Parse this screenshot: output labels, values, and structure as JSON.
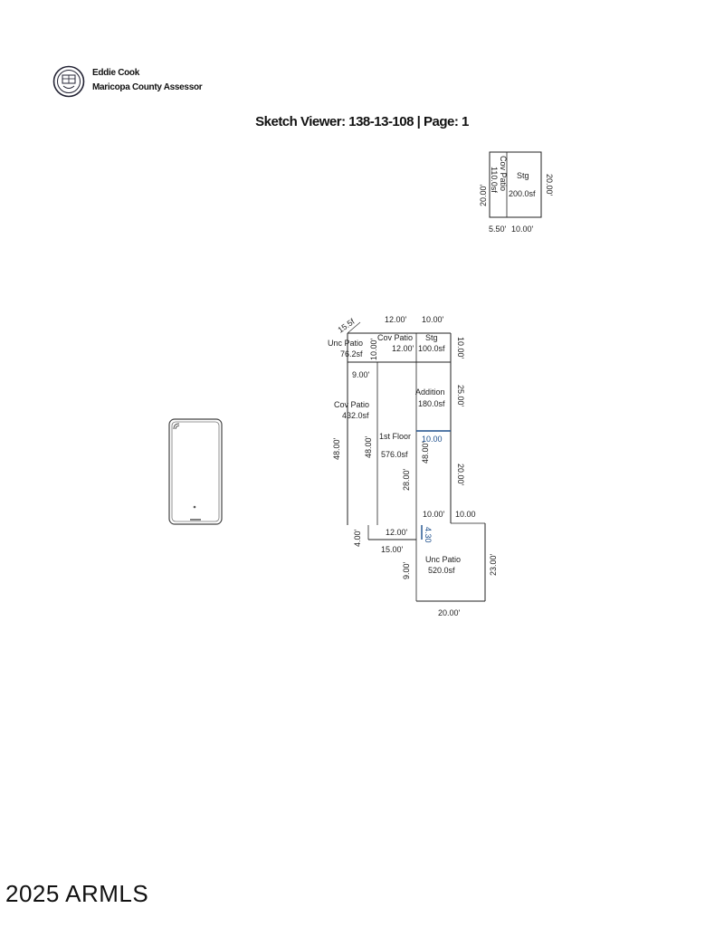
{
  "header": {
    "assessor_name": "Eddie Cook",
    "assessor_title": "Maricopa County Assessor",
    "seal_icon": "county-seal-icon"
  },
  "page_title": "Sketch Viewer: 138-13-108 | Page: 1",
  "small_sketch": {
    "labels": {
      "cov_patio": "Cov Patio",
      "cov_patio_area": "110.0sf",
      "stg": "Stg",
      "stg_area": "200.0sf",
      "dim_left": "20.00'",
      "dim_right": "20.00'",
      "dim_bottom_left": "5.50'",
      "dim_bottom_right": "10.00'"
    }
  },
  "main_sketch": {
    "labels": {
      "dim_top_1": "12.00'",
      "dim_top_2": "10.00'",
      "unc_patio_top": "Unc Patio",
      "unc_patio_top_area": "76.2sf",
      "unc_patio_diag": "15.5f",
      "cov_patio_top": "Cov Patio",
      "cov_patio_top_dim": "12.00'",
      "cov_patio_top_vdim": "10.00'",
      "stg": "Stg",
      "stg_area": "100.0sf",
      "dim_right_top": "10.00'",
      "dim_9": "9.00'",
      "cov_patio_left": "Cov Patio",
      "cov_patio_left_area": "432.0sf",
      "addition": "Addition",
      "addition_area": "180.0sf",
      "dim_addition_right": "25.00'",
      "first_floor": "1st Floor",
      "first_floor_area": "576.0sf",
      "dim_10_blue": "10.00",
      "dim_48_left": "48.00'",
      "dim_48_inner": "48.00'",
      "dim_28": "28.00'",
      "dim_48_addition": "48.00'",
      "dim_20_right": "20.00'",
      "dim_10_a": "10.00'",
      "dim_10_b": "10.00",
      "dim_4": "4.00'",
      "dim_12_bottom": "12.00'",
      "dim_4_blue": "4.30",
      "dim_15": "15.00'",
      "dim_9_bottom": "9.00'",
      "unc_patio_bottom": "Unc Patio",
      "unc_patio_bottom_area": "520.0sf",
      "dim_23": "23.00'",
      "dim_20_bottom": "20.00'"
    }
  },
  "phone_icon": "mobile-phone-icon",
  "copyright": "2025 ARMLS"
}
